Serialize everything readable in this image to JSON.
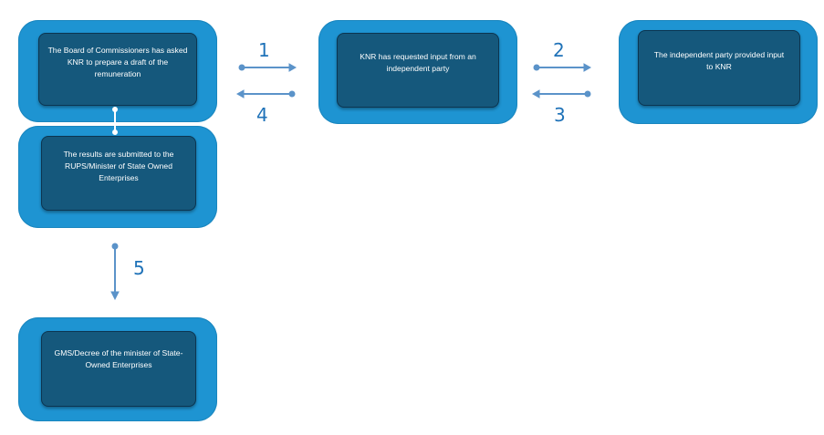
{
  "boxes": {
    "board": "The Board of Commissioners has asked KNR to prepare a draft of the remuneration",
    "knr_request": "KNR has requested input from an independent party",
    "independent": "The independent party provided input to KNR",
    "results": "The results are submitted to the RUPS/Minister of State Owned Enterprises",
    "gms": "GMS/Decree of the minister of State-Owned Enterprises"
  },
  "steps": {
    "s1": "1",
    "s2": "2",
    "s3": "3",
    "s4": "4",
    "s5": "5"
  },
  "colors": {
    "outer": "#1e94d2",
    "inner": "#15587c",
    "arrow": "#5b93c9",
    "label": "#1f72b8"
  }
}
